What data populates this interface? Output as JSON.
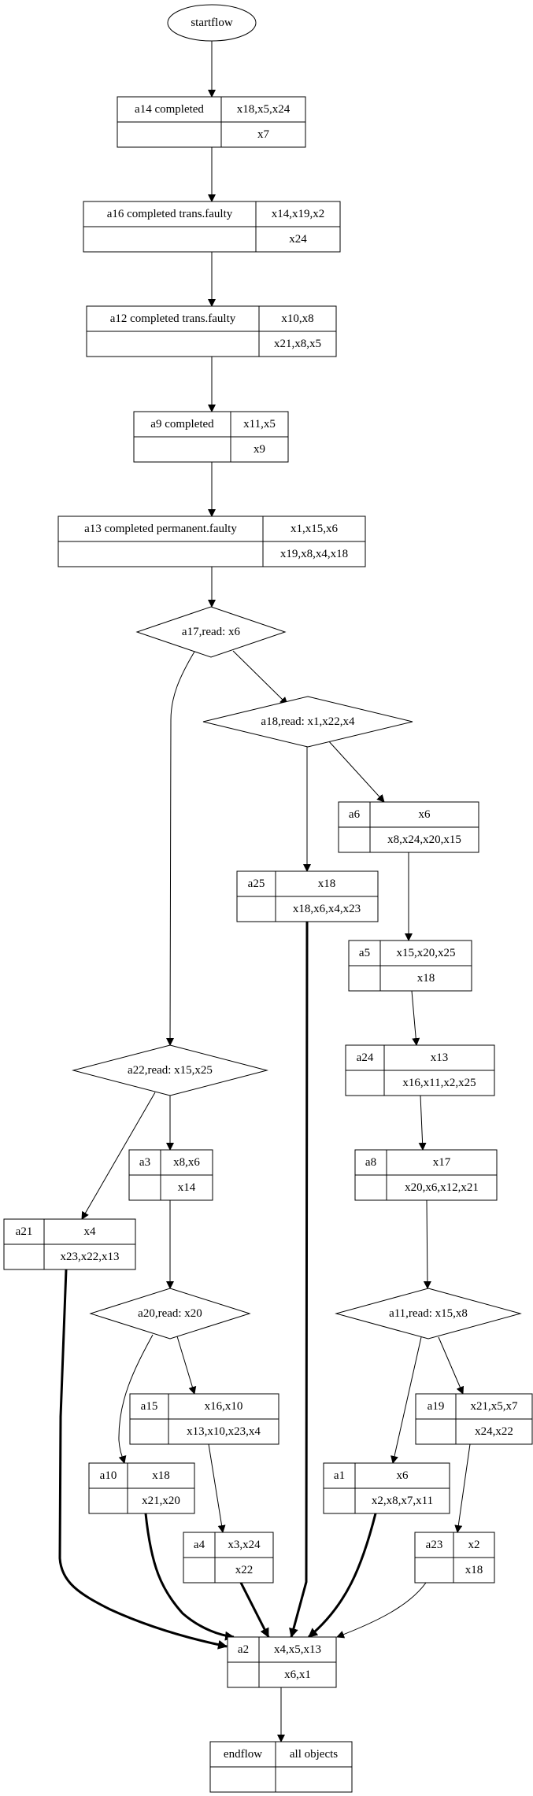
{
  "diagram": {
    "type": "process-flow-graph",
    "nodes": [
      {
        "id": "startflow",
        "shape": "ellipse",
        "label": "startflow"
      },
      {
        "id": "a14",
        "shape": "record",
        "title": "a14 completed",
        "top": "x18,x5,x24",
        "bottom": "x7"
      },
      {
        "id": "a16",
        "shape": "record",
        "title": "a16 completed trans.faulty",
        "top": "x14,x19,x2",
        "bottom": "x24"
      },
      {
        "id": "a12",
        "shape": "record",
        "title": "a12 completed trans.faulty",
        "top": "x10,x8",
        "bottom": "x21,x8,x5"
      },
      {
        "id": "a9",
        "shape": "record",
        "title": "a9 completed",
        "top": "x11,x5",
        "bottom": "x9"
      },
      {
        "id": "a13",
        "shape": "record",
        "title": "a13 completed permanent.faulty",
        "top": "x1,x15,x6",
        "bottom": "x19,x8,x4,x18"
      },
      {
        "id": "a17",
        "shape": "diamond",
        "label": "a17,read: x6"
      },
      {
        "id": "a18",
        "shape": "diamond",
        "label": "a18,read: x1,x22,x4"
      },
      {
        "id": "a6",
        "shape": "record",
        "title": "a6",
        "top": "x6",
        "bottom": "x8,x24,x20,x15"
      },
      {
        "id": "a25",
        "shape": "record",
        "title": "a25",
        "top": "x18",
        "bottom": "x18,x6,x4,x23"
      },
      {
        "id": "a5",
        "shape": "record",
        "title": "a5",
        "top": "x15,x20,x25",
        "bottom": "x18"
      },
      {
        "id": "a22",
        "shape": "diamond",
        "label": "a22,read: x15,x25"
      },
      {
        "id": "a24",
        "shape": "record",
        "title": "a24",
        "top": "x13",
        "bottom": "x16,x11,x2,x25"
      },
      {
        "id": "a3",
        "shape": "record",
        "title": "a3",
        "top": "x8,x6",
        "bottom": "x14"
      },
      {
        "id": "a8",
        "shape": "record",
        "title": "a8",
        "top": "x17",
        "bottom": "x20,x6,x12,x21"
      },
      {
        "id": "a21",
        "shape": "record",
        "title": "a21",
        "top": "x4",
        "bottom": "x23,x22,x13"
      },
      {
        "id": "a20",
        "shape": "diamond",
        "label": "a20,read: x20"
      },
      {
        "id": "a11",
        "shape": "diamond",
        "label": "a11,read: x15,x8"
      },
      {
        "id": "a15",
        "shape": "record",
        "title": "a15",
        "top": "x16,x10",
        "bottom": "x13,x10,x23,x4"
      },
      {
        "id": "a19",
        "shape": "record",
        "title": "a19",
        "top": "x21,x5,x7",
        "bottom": "x24,x22"
      },
      {
        "id": "a10",
        "shape": "record",
        "title": "a10",
        "top": "x18",
        "bottom": "x21,x20"
      },
      {
        "id": "a1",
        "shape": "record",
        "title": "a1",
        "top": "x6",
        "bottom": "x2,x8,x7,x11"
      },
      {
        "id": "a4",
        "shape": "record",
        "title": "a4",
        "top": "x3,x24",
        "bottom": "x22"
      },
      {
        "id": "a23",
        "shape": "record",
        "title": "a23",
        "top": "x2",
        "bottom": "x18"
      },
      {
        "id": "a2",
        "shape": "record",
        "title": "a2",
        "top": "x4,x5,x13",
        "bottom": "x6,x1"
      },
      {
        "id": "endflow",
        "shape": "record",
        "title": "endflow",
        "top": "all objects",
        "bottom": ""
      }
    ],
    "edges": [
      {
        "from": "startflow",
        "to": "a14",
        "weight": "normal"
      },
      {
        "from": "a14",
        "to": "a16",
        "weight": "normal"
      },
      {
        "from": "a16",
        "to": "a12",
        "weight": "normal"
      },
      {
        "from": "a12",
        "to": "a9",
        "weight": "normal"
      },
      {
        "from": "a9",
        "to": "a13",
        "weight": "normal"
      },
      {
        "from": "a13",
        "to": "a17",
        "weight": "normal"
      },
      {
        "from": "a17",
        "to": "a22",
        "weight": "thin"
      },
      {
        "from": "a17",
        "to": "a18",
        "weight": "thin"
      },
      {
        "from": "a18",
        "to": "a25",
        "weight": "thin"
      },
      {
        "from": "a18",
        "to": "a6",
        "weight": "thin"
      },
      {
        "from": "a6",
        "to": "a5",
        "weight": "thin"
      },
      {
        "from": "a5",
        "to": "a24",
        "weight": "thin"
      },
      {
        "from": "a24",
        "to": "a8",
        "weight": "thin"
      },
      {
        "from": "a8",
        "to": "a11",
        "weight": "thin"
      },
      {
        "from": "a22",
        "to": "a21",
        "weight": "thin"
      },
      {
        "from": "a22",
        "to": "a3",
        "weight": "thin"
      },
      {
        "from": "a3",
        "to": "a20",
        "weight": "thin"
      },
      {
        "from": "a20",
        "to": "a10",
        "weight": "thin"
      },
      {
        "from": "a20",
        "to": "a15",
        "weight": "thin"
      },
      {
        "from": "a15",
        "to": "a4",
        "weight": "thin"
      },
      {
        "from": "a11",
        "to": "a1",
        "weight": "thin"
      },
      {
        "from": "a11",
        "to": "a19",
        "weight": "thin"
      },
      {
        "from": "a19",
        "to": "a23",
        "weight": "thin"
      },
      {
        "from": "a21",
        "to": "a2",
        "weight": "thick"
      },
      {
        "from": "a10",
        "to": "a2",
        "weight": "thick"
      },
      {
        "from": "a4",
        "to": "a2",
        "weight": "thick"
      },
      {
        "from": "a25",
        "to": "a2",
        "weight": "thick"
      },
      {
        "from": "a1",
        "to": "a2",
        "weight": "thick"
      },
      {
        "from": "a23",
        "to": "a2",
        "weight": "thin"
      },
      {
        "from": "a2",
        "to": "endflow",
        "weight": "normal"
      }
    ]
  }
}
